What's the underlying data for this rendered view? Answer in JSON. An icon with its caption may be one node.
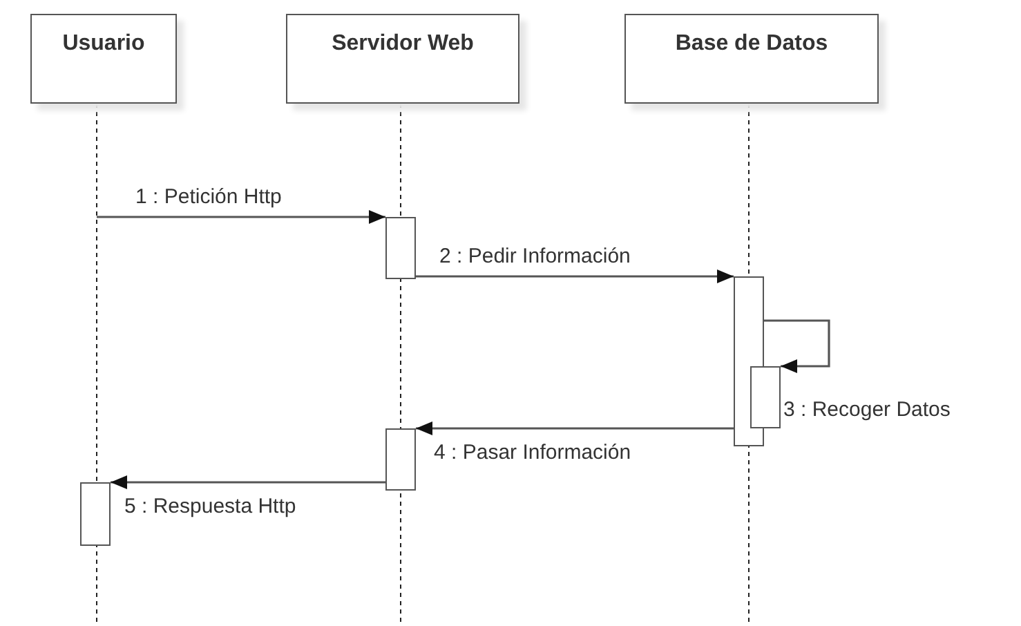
{
  "diagram": {
    "nodes": [
      {
        "text": [
          "Usuario"
        ]
      },
      {
        "text": [
          "Servidor Web"
        ]
      },
      {
        "text": [
          "Base de Datos"
        ]
      },
      {
        "text": [],
        "shape": "bar"
      },
      {
        "text": [],
        "shape": "bar"
      },
      {
        "text": [],
        "shape": "bar"
      },
      {
        "text": [],
        "shape": "bar"
      },
      {
        "text": [],
        "shape": "bar"
      }
    ],
    "edges": [
      {
        "from": null,
        "to": 3,
        "arrow": "to",
        "label": "1 : Petición Http"
      },
      {
        "from": 3,
        "to": 4,
        "arrow": "to",
        "label": "2 : Pedir Información"
      },
      {
        "from": 4,
        "to": 5,
        "arrow": "to",
        "label": "3 : Recoger Datos"
      },
      {
        "from": 4,
        "to": 6,
        "arrow": "to",
        "label": "4 : Pasar Información"
      },
      {
        "from": 6,
        "to": 7,
        "arrow": "to",
        "label": "5 : Respuesta Http"
      }
    ]
  }
}
